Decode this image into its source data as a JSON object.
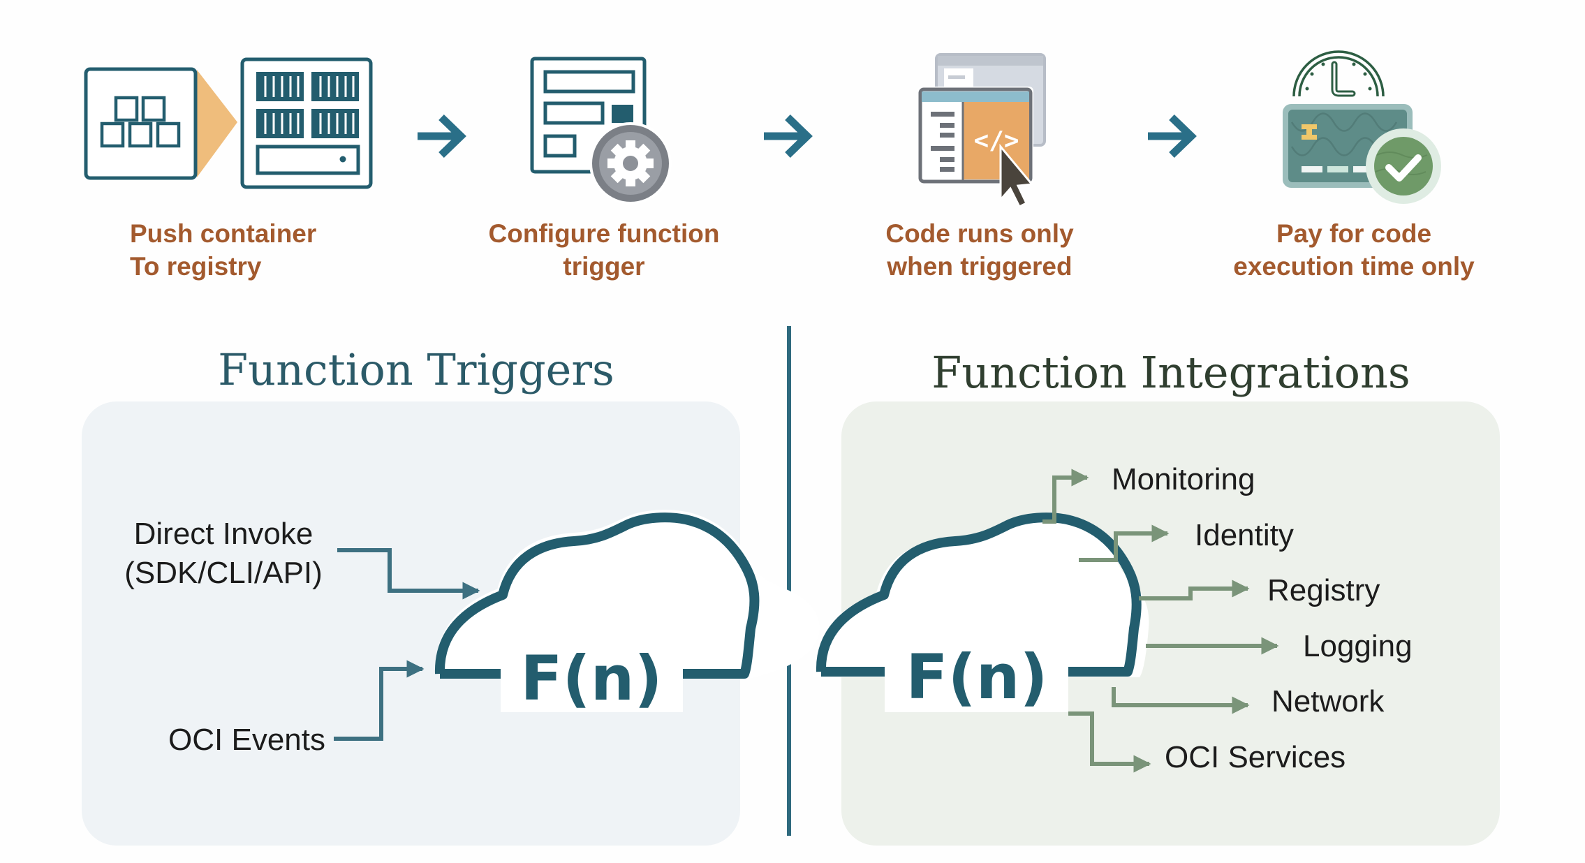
{
  "colors": {
    "teal_dark": "#235d6e",
    "teal_arrow": "#2a6f88",
    "teal_connector": "#3d7081",
    "label_brown": "#a35a2e",
    "orange": "#efbd7c",
    "gray": "#7b7f86",
    "green_connector": "#7a9479",
    "triggers_panel_bg": "#eff3f6",
    "integrations_panel_bg": "#edf1eb",
    "triggers_title": "#2b5a68",
    "integrations_title": "#2f3e2f"
  },
  "steps": [
    {
      "icon": "container-registry-icon",
      "label_line1": "Push container",
      "label_line2": "To registry"
    },
    {
      "icon": "configure-trigger-icon",
      "label_line1": "Configure function",
      "label_line2": "trigger"
    },
    {
      "icon": "code-run-icon",
      "label_line1": "Code runs only",
      "label_line2": "when triggered"
    },
    {
      "icon": "pay-execution-icon",
      "label_line1": "Pay for code",
      "label_line2": "execution time only"
    }
  ],
  "step_arrows": [
    "arrow-right-icon",
    "arrow-right-icon",
    "arrow-right-icon"
  ],
  "triggers": {
    "title": "Function Triggers",
    "function_label": "F(n)",
    "sources": [
      {
        "line1": "Direct Invoke",
        "line2": "(SDK/CLI/API)"
      },
      {
        "line1": "OCI Events"
      }
    ]
  },
  "integrations": {
    "title": "Function Integrations",
    "function_label": "F(n)",
    "targets": [
      "Monitoring",
      "Identity",
      "Registry",
      "Logging",
      "Network",
      "OCI Services"
    ]
  }
}
